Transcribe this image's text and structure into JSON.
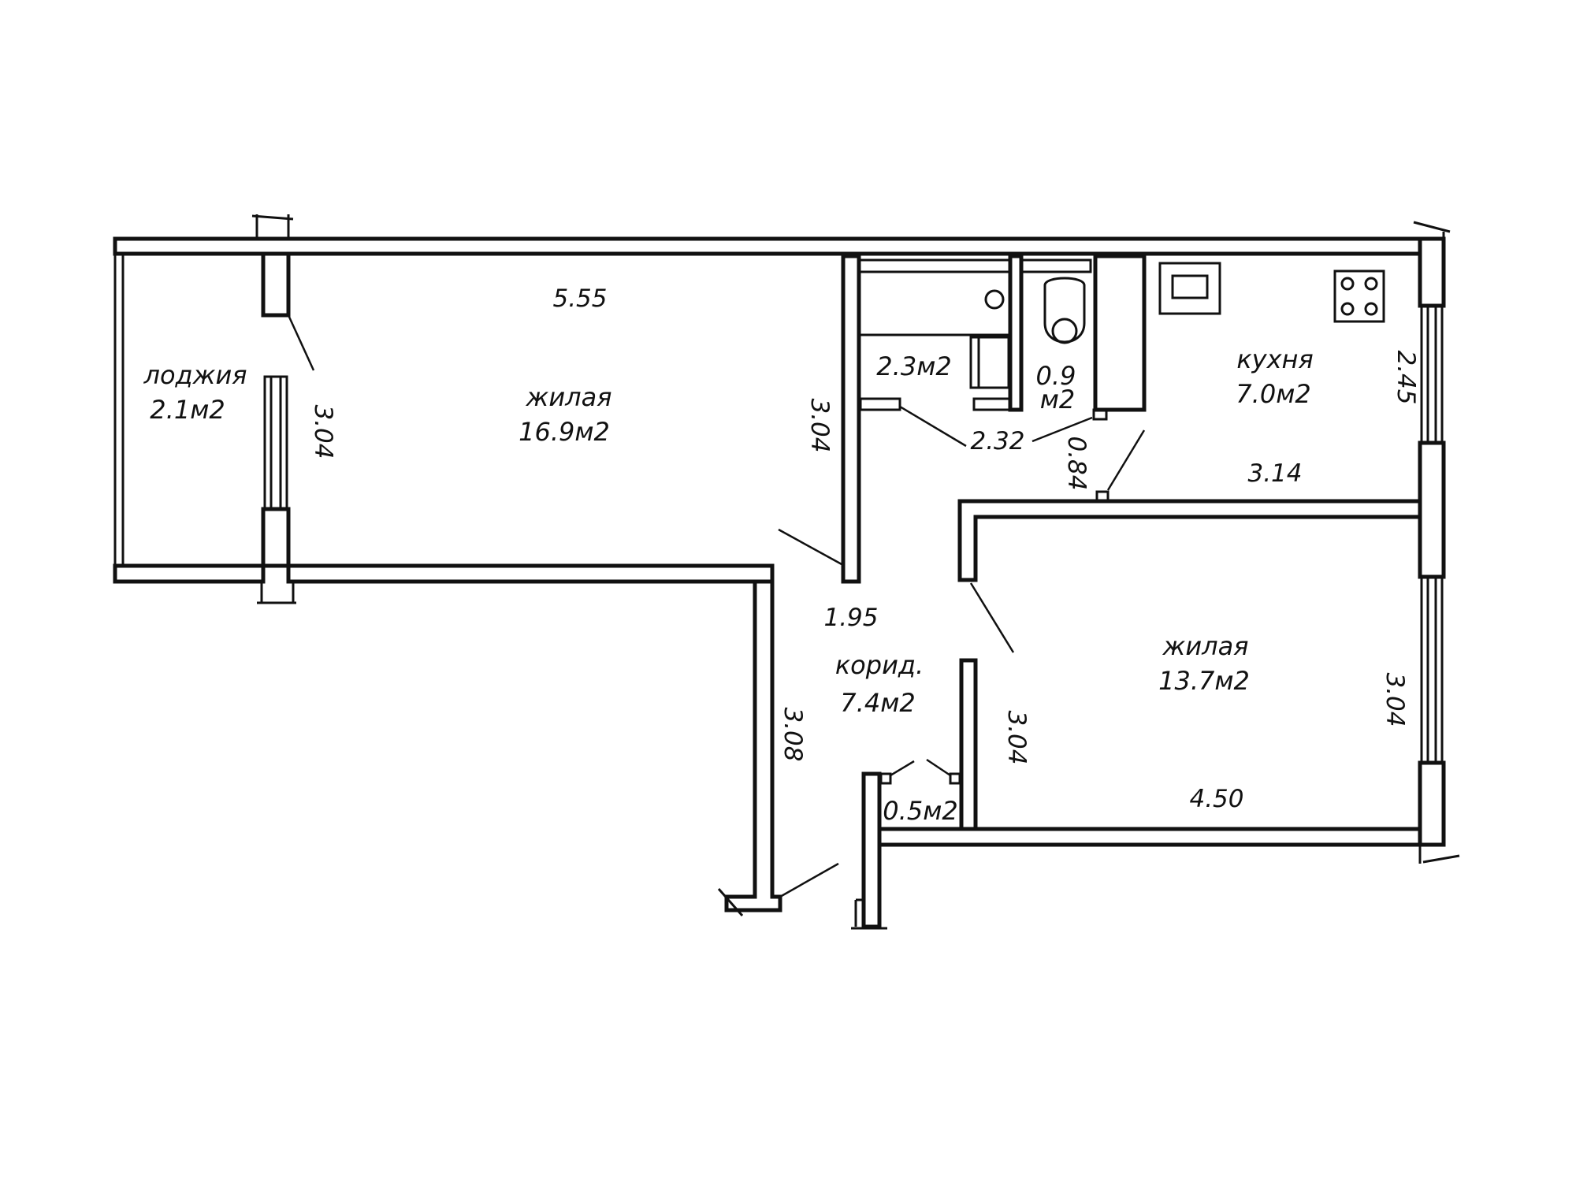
{
  "rooms": {
    "loggia": {
      "name": "лоджия",
      "area": "2.1м2"
    },
    "living_large": {
      "name": "жилая",
      "area": "16.9м2"
    },
    "bathroom": {
      "area": "2.3м2"
    },
    "toilet": {
      "area_line1": "0.9",
      "area_line2": "м2"
    },
    "kitchen": {
      "name": "кухня",
      "area": "7.0м2"
    },
    "corridor": {
      "name": "корид.",
      "area": "7.4м2"
    },
    "closet": {
      "area": "0.5м2"
    },
    "living_small": {
      "name": "жилая",
      "area": "13.7м2"
    }
  },
  "dimensions": {
    "living_large_width": "5.55",
    "living_large_depth_left": "3.04",
    "living_large_depth_right": "3.04",
    "bath_width": "2.32",
    "toilet_width": "0.84",
    "kitchen_width": "3.14",
    "kitchen_depth": "2.45",
    "corridor_width": "1.95",
    "corridor_length": "3.08",
    "living_small_depth_left": "3.04",
    "living_small_depth_right": "3.04",
    "living_small_width": "4.50"
  }
}
